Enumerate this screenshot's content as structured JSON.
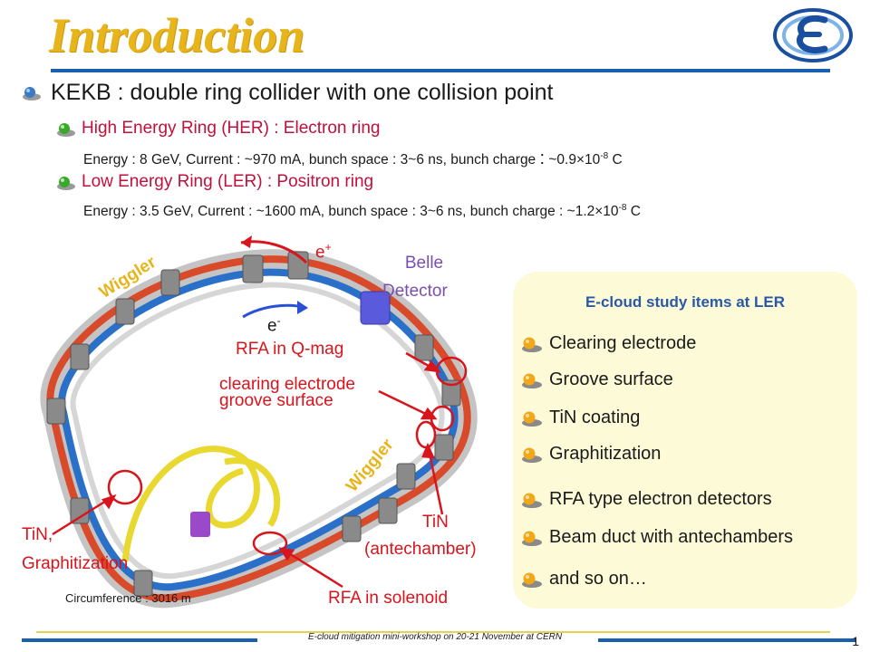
{
  "slide": {
    "title": "Introduction",
    "main_bullet": "KEKB : double ring collider with one collision point",
    "her_title": "High Energy Ring (HER) : Electron ring",
    "her_detail_pre": "Energy : 8 GeV, Current : ~970 mA, bunch space : 3~6 ns, bunch charge ",
    "her_detail_colon": ":",
    "her_detail_val": " ~0.9×10",
    "her_detail_exp": "-8",
    "her_detail_unit": " C",
    "ler_title": "Low Energy Ring (LER) : Positron ring",
    "ler_detail_pre": "Energy : 3.5 GeV, Current : ~1600 mA, bunch space : 3~6 ns, bunch charge : ~1.2×10",
    "ler_detail_exp": "-8",
    "ler_detail_unit": " C"
  },
  "diagram": {
    "positron": "e",
    "positron_sup": "+",
    "electron": "e",
    "electron_sup": "-",
    "belle_line1": "Belle",
    "belle_line2": "Detector",
    "wiggler_top": "Wiggler",
    "wiggler_right": "Wiggler",
    "rfa_qmag": "RFA in Q-mag",
    "clearing": "clearing electrode",
    "groove": "groove surface",
    "tin_graph_line1": "TiN,",
    "tin_graph_line2": "Graphitization",
    "tin_ante_line1": "TiN",
    "tin_ante_line2": "(antechamber)",
    "rfa_solenoid": "RFA in solenoid",
    "circumference": "Circumference : 3016 m"
  },
  "panel": {
    "title": "E-cloud study items at LER",
    "items": [
      "Clearing  electrode",
      "Groove surface",
      "TiN coating",
      "Graphitization",
      "RFA type electron detectors",
      "Beam duct with antechambers",
      "and so on…"
    ]
  },
  "footer": {
    "text": "E-cloud mitigation mini-workshop on 20-21 November at CERN",
    "page": "1"
  },
  "colors": {
    "title": "#e8b41c",
    "accent_blue": "#1a5fb0",
    "sub_red": "#c0103c",
    "annotation_red": "#d8141c",
    "panel_bg": "#fdfbd7",
    "panel_title": "#2a58a8"
  }
}
